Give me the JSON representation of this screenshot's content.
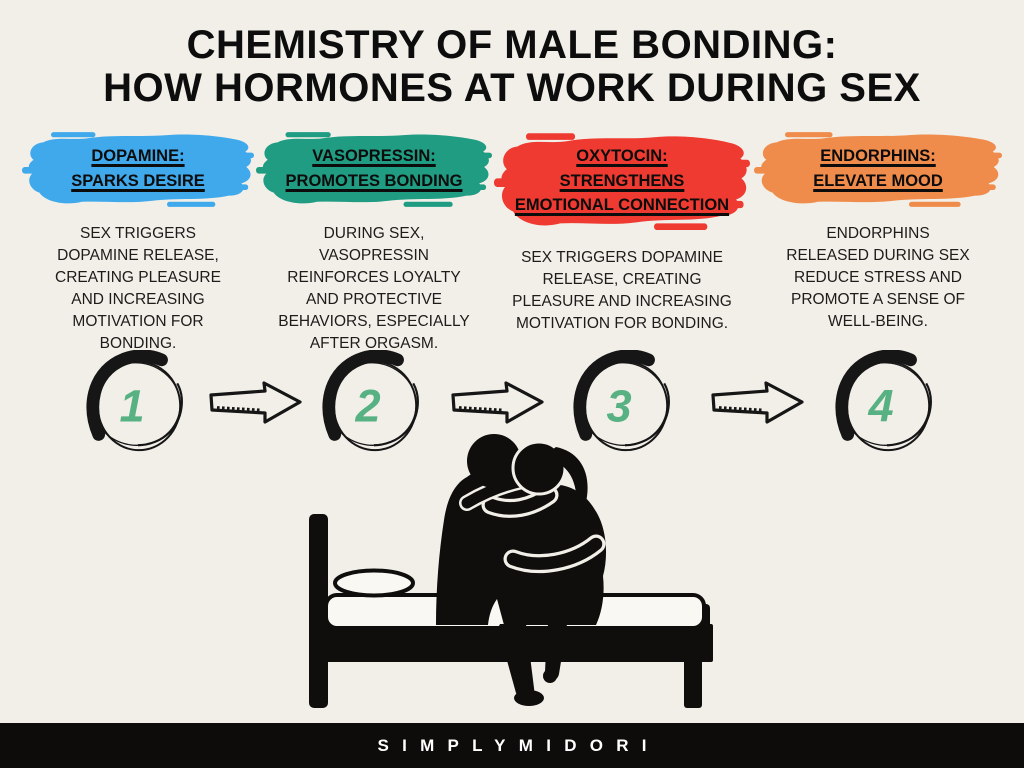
{
  "page": {
    "background_color": "#f2efe9",
    "title": {
      "line1": "CHEMISTRY OF MALE BONDING:",
      "line2": "HOW HORMONES AT WORK DURING SEX"
    }
  },
  "sections": [
    {
      "name": "dopamine",
      "accent_color": "#3fa9ec",
      "heading": "DOPAMINE:\nSPARKS DESIRE",
      "body": "SEX TRIGGERS DOPAMINE RELEASE, CREATING PLEASURE AND INCREASING MOTIVATION FOR BONDING.",
      "step_number": "1"
    },
    {
      "name": "vasopressin",
      "accent_color": "#1f9c82",
      "heading": "VASOPRESSIN:\nPROMOTES BONDING",
      "body": "DURING SEX, VASOPRESSIN REINFORCES LOYALTY AND PROTECTIVE BEHAVIORS, ESPECIALLY AFTER ORGASM.",
      "step_number": "2"
    },
    {
      "name": "oxytocin",
      "accent_color": "#ee3a30",
      "heading": "OXYTOCIN:\nSTRENGTHENS\nEMOTIONAL CONNECTION",
      "body": "SEX TRIGGERS DOPAMINE RELEASE, CREATING PLEASURE AND INCREASING MOTIVATION FOR BONDING.",
      "step_number": "3"
    },
    {
      "name": "endorphins",
      "accent_color": "#f08c4b",
      "heading": "ENDORPHINS:\nELEVATE MOOD",
      "body": "ENDORPHINS RELEASED DURING SEX REDUCE STRESS AND PROMOTE A SENSE OF WELL-BEING.",
      "step_number": "4"
    }
  ],
  "steps": {
    "number_color": "#57b183",
    "ink_color": "#161616"
  },
  "illustration": {
    "name": "couple-sitting-on-bed",
    "ink_color": "#0f0e0c"
  },
  "footer": {
    "brand": "SIMPLYMIDORI",
    "background_color": "#0d0c0a",
    "text_color": "#ffffff"
  }
}
